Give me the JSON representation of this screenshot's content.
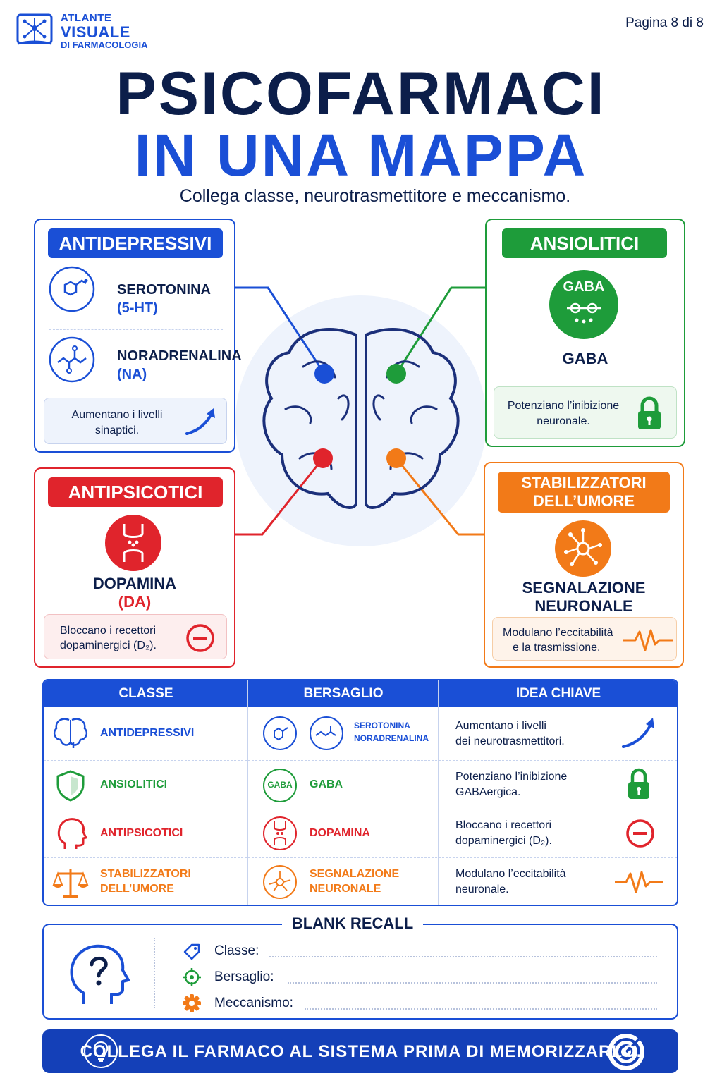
{
  "header": {
    "logo_line1": "ATLANTE",
    "logo_line2": "VISUALE",
    "logo_line3": "DI FARMACOLOGIA",
    "page_indicator": "Pagina 8 di 8"
  },
  "title": {
    "line1": "PSICOFARMACI",
    "line2": "IN UNA MAPPA",
    "subtitle": "Collega classe, neurotrasmettitore e meccanismo."
  },
  "cards": {
    "antidepressivi": {
      "title": "ANTIDEPRESSIVI",
      "item1_name": "SEROTONINA",
      "item1_abbr": "(5-HT)",
      "item2_name": "NORADRENALINA",
      "item2_abbr": "(NA)",
      "note": "Aumentano i livelli sinaptici.",
      "color": "#1a4fd6"
    },
    "ansiolitici": {
      "title": "ANSIOLITICI",
      "icon_label": "GABA",
      "target": "GABA",
      "note": "Potenziano l’inibizione neuronale.",
      "color": "#1e9c3a"
    },
    "antipsicotici": {
      "title": "ANTIPSICOTICI",
      "target": "DOPAMINA",
      "target_abbr": "(DA)",
      "note_line1": "Bloccano i recettori",
      "note_line2": "dopaminergici (D₂).",
      "color": "#e0242c"
    },
    "stabilizzatori": {
      "title_line1": "STABILIZZATORI",
      "title_line2": "DELL’UMORE",
      "target_line1": "SEGNALAZIONE",
      "target_line2": "NEURONALE",
      "note_line1": "Modulano l’eccitabilità",
      "note_line2": "e la trasmissione.",
      "color": "#f27a18"
    }
  },
  "table": {
    "headers": [
      "CLASSE",
      "BERSAGLIO",
      "IDEA CHIAVE"
    ],
    "rows": [
      {
        "classe": "ANTIDEPRESSIVI",
        "bersaglio_line1": "SEROTONINA",
        "bersaglio_line2": "NORADRENALINA",
        "idea_line1": "Aumentano i livelli",
        "idea_line2": "dei neurotrasmettitori.",
        "color": "#1a4fd6"
      },
      {
        "classe": "ANSIOLITICI",
        "bersaglio_icon": "GABA",
        "bersaglio_line1": "GABA",
        "idea_line1": "Potenziano l’inibizione",
        "idea_line2": "GABAergica.",
        "color": "#1e9c3a"
      },
      {
        "classe": "ANTIPSICOTICI",
        "bersaglio_line1": "DOPAMINA",
        "idea_line1": "Bloccano i recettori",
        "idea_line2": "dopaminergici (D₂).",
        "color": "#e0242c"
      },
      {
        "classe_line1": "STABILIZZATORI",
        "classe_line2": "DELL’UMORE",
        "bersaglio_line1": "SEGNALAZIONE",
        "bersaglio_line2": "NEURONALE",
        "idea_line1": "Modulano l’eccitabilità",
        "idea_line2": "neuronale.",
        "color": "#f27a18"
      }
    ]
  },
  "recall": {
    "title": "BLANK RECALL",
    "field1": "Classe:",
    "field2": "Bersaglio:",
    "field3": "Meccanismo:"
  },
  "footer": {
    "text": "COLLEGA IL FARMACO AL SISTEMA PRIMA DI MEMORIZZARLO."
  },
  "icons": [
    "book-network-icon",
    "molecule-icon",
    "gaba-receptor-icon",
    "synapse-icon",
    "neuron-network-icon",
    "brain-icon",
    "shield-icon",
    "head-profile-icon",
    "balance-scale-icon",
    "arrow-up-icon",
    "lock-icon",
    "minus-circle-icon",
    "pulse-icon",
    "question-head-icon",
    "tag-icon",
    "target-icon",
    "gear-icon",
    "lightbulb-icon",
    "bullseye-icon"
  ]
}
